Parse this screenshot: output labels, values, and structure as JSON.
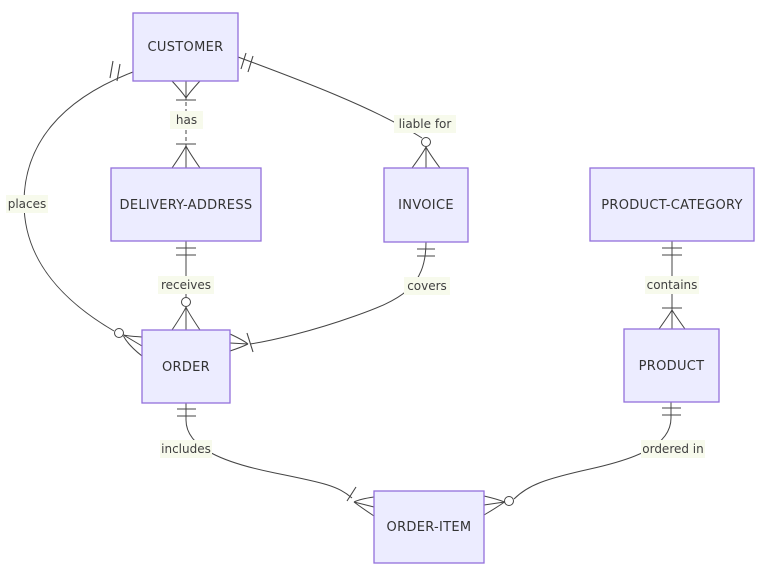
{
  "diagram": {
    "type": "entity-relationship-diagram",
    "notation": "crows-foot"
  },
  "colors": {
    "entity_fill": "#ECECFF",
    "entity_border": "#9370DB",
    "line": "#444444",
    "label_background": "#f7faec",
    "entity_text": "#333333",
    "label_text": "#404040",
    "canvas_background": "#ffffff"
  },
  "entities": [
    {
      "name": "customer",
      "label": "CUSTOMER"
    },
    {
      "name": "delivery-address",
      "label": "DELIVERY-ADDRESS"
    },
    {
      "name": "invoice",
      "label": "INVOICE"
    },
    {
      "name": "product-category",
      "label": "PRODUCT-CATEGORY"
    },
    {
      "name": "order",
      "label": "ORDER"
    },
    {
      "name": "product",
      "label": "PRODUCT"
    },
    {
      "name": "order-item",
      "label": "ORDER-ITEM"
    }
  ],
  "relationships": [
    {
      "label": "has",
      "from": "CUSTOMER",
      "to": "DELIVERY-ADDRESS",
      "line_style": "dashed",
      "from_cardinality": "one-or-many",
      "to_cardinality": "one-or-many"
    },
    {
      "label": "places",
      "from": "CUSTOMER",
      "to": "ORDER",
      "line_style": "solid",
      "from_cardinality": "exactly-one",
      "to_cardinality": "zero-or-many"
    },
    {
      "label": "liable for",
      "from": "CUSTOMER",
      "to": "INVOICE",
      "line_style": "solid",
      "from_cardinality": "exactly-one",
      "to_cardinality": "zero-or-many"
    },
    {
      "label": "receives",
      "from": "DELIVERY-ADDRESS",
      "to": "ORDER",
      "line_style": "solid",
      "from_cardinality": "exactly-one",
      "to_cardinality": "zero-or-many"
    },
    {
      "label": "covers",
      "from": "INVOICE",
      "to": "ORDER",
      "line_style": "solid",
      "from_cardinality": "exactly-one",
      "to_cardinality": "one-or-many"
    },
    {
      "label": "contains",
      "from": "PRODUCT-CATEGORY",
      "to": "PRODUCT",
      "line_style": "solid",
      "from_cardinality": "exactly-one",
      "to_cardinality": "one-or-many"
    },
    {
      "label": "includes",
      "from": "ORDER",
      "to": "ORDER-ITEM",
      "line_style": "solid",
      "from_cardinality": "exactly-one",
      "to_cardinality": "one-or-many"
    },
    {
      "label": "ordered in",
      "from": "PRODUCT",
      "to": "ORDER-ITEM",
      "line_style": "solid",
      "from_cardinality": "exactly-one",
      "to_cardinality": "zero-or-many"
    }
  ]
}
